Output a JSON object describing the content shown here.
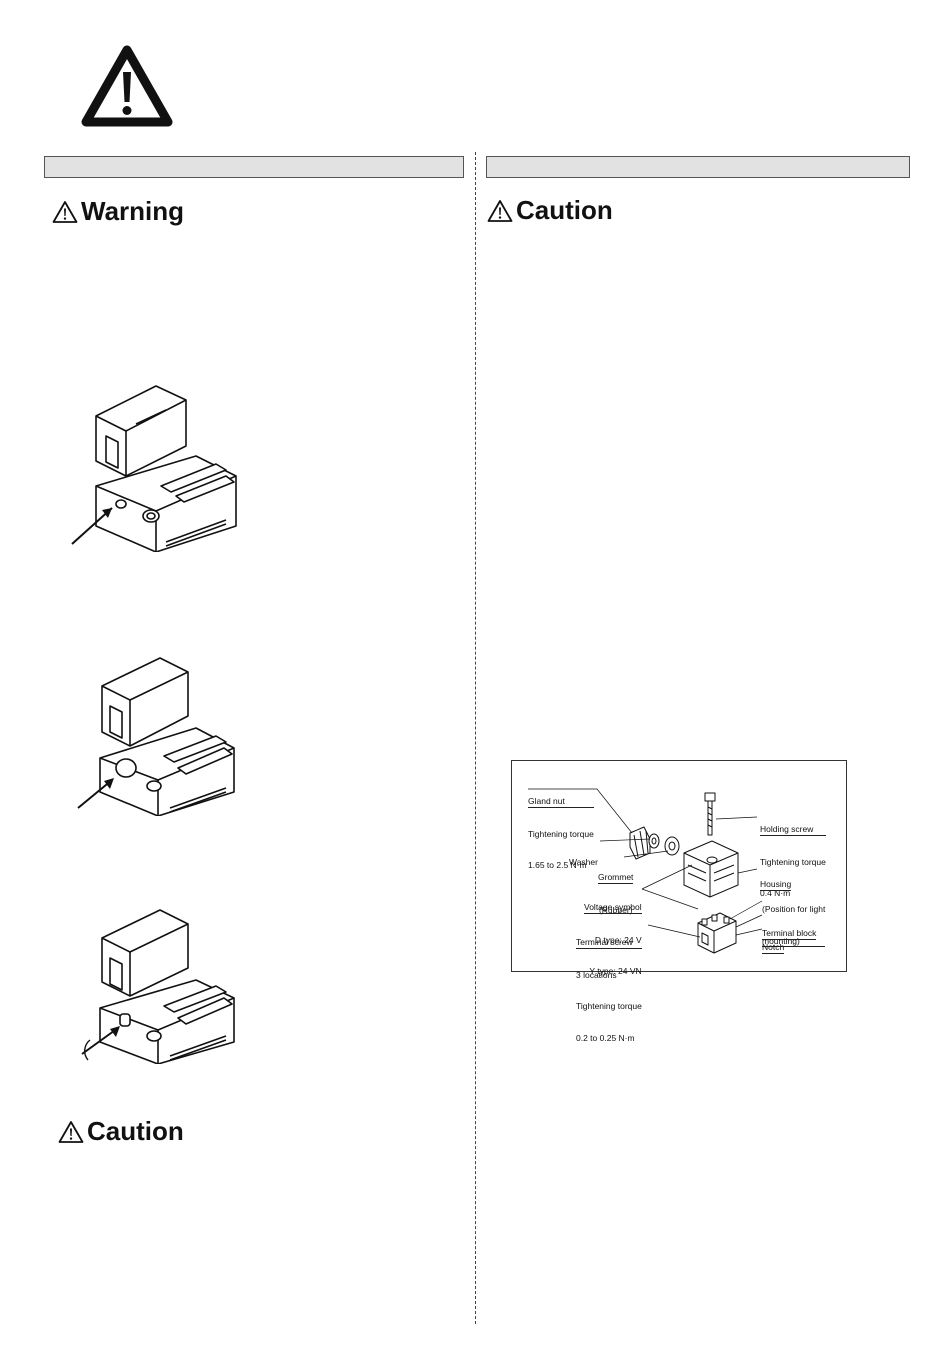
{
  "page": {
    "warning_symbol": "exclamation-triangle-icon"
  },
  "left_column": {
    "section_title": "",
    "warning_heading": "Warning",
    "caution_heading": "Caution",
    "figures": [
      {
        "name": "valve-figure-1",
        "callout": "arrow-pointing-to-manual-override"
      },
      {
        "name": "valve-figure-2",
        "callout": "arrow-pointing-to-manual-override-push"
      },
      {
        "name": "valve-figure-3",
        "callout": "arrow-pointing-to-manual-override-rotate"
      }
    ]
  },
  "right_column": {
    "section_title": "",
    "caution_heading": "Caution",
    "connector_diagram": {
      "labels": {
        "gland_nut": "Gland nut",
        "gland_torque_label": "Tightening torque",
        "gland_torque_value": "1.65 to 2.5 N·m",
        "washer": "Washer",
        "grommet": "Grommet",
        "grommet_material": "(Rubber)",
        "voltage_symbol": "Voltage symbol",
        "d_type": "D type: 24 V",
        "y_type": "Y type: 24 VN",
        "terminal_screw": "Terminal screw",
        "terminal_locations": "3 locations",
        "terminal_torque_label": "Tightening torque",
        "terminal_torque_value": "0.2 to 0.25 N·m",
        "holding_screw": "Holding screw",
        "holding_torque_label": "Tightening torque",
        "holding_torque_value": "0.4 N·m",
        "housing": "Housing",
        "light_position_1": "(Position for light",
        "light_position_2": "mounting)",
        "terminal_block": "Terminal block",
        "notch": "Notch"
      }
    }
  }
}
